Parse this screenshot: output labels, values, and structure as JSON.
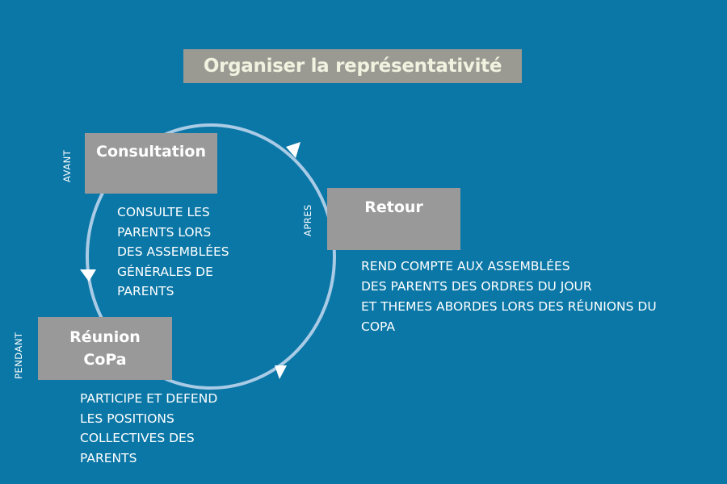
{
  "title": "Organiser la représentativité",
  "steps": {
    "consultation": {
      "label": "Consultation",
      "phase": "AVANT",
      "description": [
        "CONSULTE LES",
        "PARENTS LORS",
        "DES ASSEMBLÉES",
        "GÉNÉRALES DE",
        "PARENTS"
      ]
    },
    "retour": {
      "label": "Retour",
      "phase": "APRES",
      "description": [
        "REND COMPTE AUX ASSEMBLÉES",
        "DES PARENTS DES ORDRES DU JOUR",
        "ET THEMES ABORDES LORS DES RÉUNIONS DU",
        "COPA"
      ]
    },
    "reunion": {
      "label_lines": [
        "Réunion",
        "CoPa"
      ],
      "phase": "PENDANT",
      "description": [
        "PARTICIPE ET DEFEND",
        "LES POSITIONS",
        "COLLECTIVES DES",
        "PARENTS"
      ]
    }
  },
  "colors": {
    "background": "#0b77a6",
    "box": "#999999",
    "title_background": "#9a9a93",
    "title_text": "#f1f2df",
    "cycle_ring": "#a9cbe6",
    "arrow": "#ffffff"
  },
  "icons": [
    "arrow-head-icon",
    "arrow-head-icon",
    "arrow-head-icon"
  ]
}
